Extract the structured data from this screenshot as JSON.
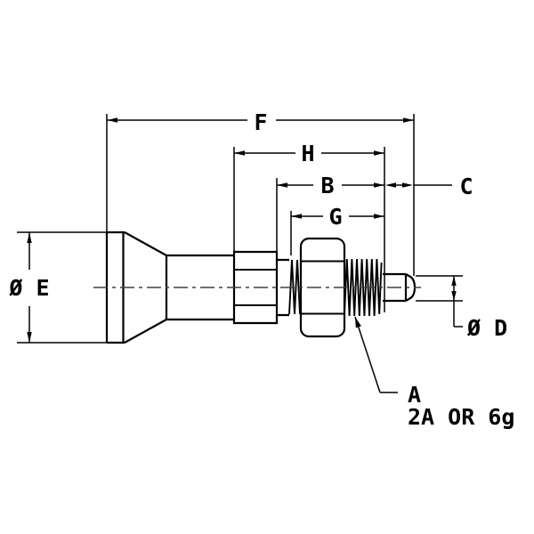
{
  "drawing": {
    "kind": "technical-dimension-drawing",
    "labels": {
      "f": "F",
      "h": "H",
      "b": "B",
      "g": "G",
      "c": "C",
      "dia_e": "Ø E",
      "dia_d": "Ø D",
      "a": "A",
      "thread_spec": "2A OR 6g"
    },
    "colors": {
      "line": "#000000",
      "centerline": "#404040",
      "background": "#ffffff"
    }
  }
}
